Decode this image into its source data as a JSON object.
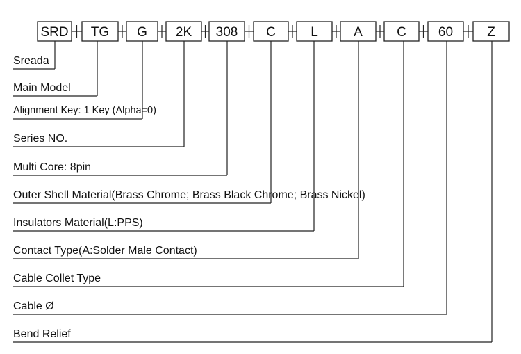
{
  "codes": [
    "SRD",
    "TG",
    "G",
    "2K",
    "308",
    "C",
    "L",
    "A",
    "C",
    "60",
    "Z"
  ],
  "labels": [
    "Sreada",
    "Main Model",
    "Alignment Key: 1 Key (Alpha=0)",
    "Series NO.",
    "Multi Core: 8pin",
    "Outer Shell Material(Brass Chrome; Brass Black Chrome; Brass Nickel)",
    "Insulators Material(L:PPS)",
    "Contact Type(A:Solder Male Contact)",
    "Cable Collet Type",
    "Cable Ø",
    "Bend Relief"
  ]
}
